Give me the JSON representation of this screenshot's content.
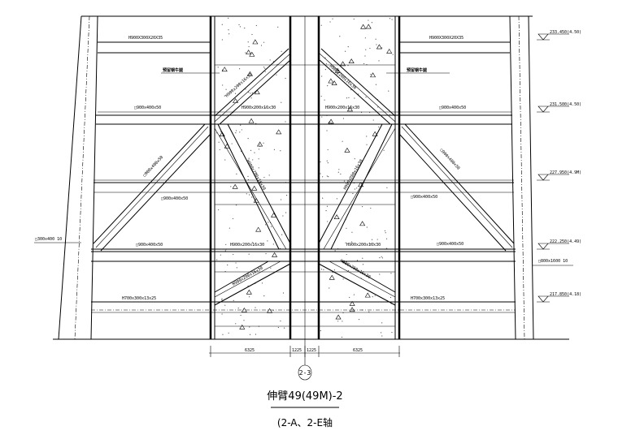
{
  "drawing": {
    "beam_labels": {
      "top_left": "H900X300X20X35",
      "top_right": "H900X300X20X35",
      "note_left": "预留钢牛腿",
      "note_right": "预留钢牛腿",
      "box_left_1": "□900x400x50",
      "box_right_1": "□900x400x50",
      "box_left_2": "□900x400x50",
      "box_right_2": "□900x400x50",
      "box_left_3": "□900x400x50",
      "box_right_3": "□900x400x50",
      "diag_left": "□900x400x50",
      "diag_right": "□900x400x50",
      "core_left_top": "H900x200x16x30",
      "core_right_top": "H900x200x16x30",
      "core_left_mid": "H900x200x16x30",
      "core_right_mid": "H900x200x16x30",
      "core_diag_lu": "H900x200x16x30",
      "core_diag_ru": "H900x200x16x30",
      "core_diag_ll": "H900x200x16x30",
      "core_diag_rl": "H900x200x16x30",
      "core_diag_lb": "H900x200x16x30",
      "core_diag_rb": "H900x200x16x30",
      "bottom_left": "H700x300x13x25",
      "bottom_right": "H700x300x13x25",
      "column_left": "□300x400 10",
      "column_right": "□800x1600 10"
    },
    "elevations": [
      "233.450(4.50)",
      "231.500(4.50)",
      "227.950(4.9M)",
      "222.250(4.49)",
      "217.850(4.18)"
    ],
    "dimensions": [
      "6325",
      "1225",
      "1225",
      "6325"
    ],
    "axis_bubble": "2-3",
    "title": "伸臂49(49M)-2",
    "subtitle": "(2-A、2-E轴"
  }
}
